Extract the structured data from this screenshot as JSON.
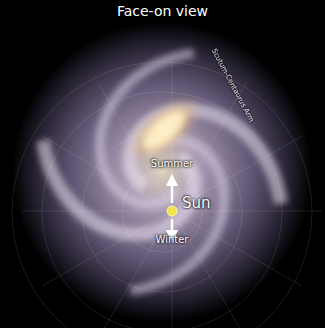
{
  "diagram": {
    "title": "Face-on view",
    "labels": [
      "Scutum-Centaurus Arm",
      "Summer",
      "Sun",
      "Winter"
    ]
  }
}
